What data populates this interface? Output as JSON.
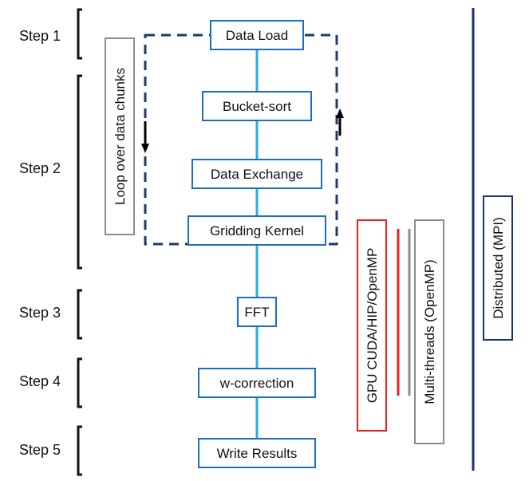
{
  "steps": [
    "Step 1",
    "Step 2",
    "Step 3",
    "Step 4",
    "Step 5"
  ],
  "pipeline": [
    "Data Load",
    "Bucket-sort",
    "Data Exchange",
    "Gridding Kernel",
    "FFT",
    "w-correction",
    "Write Results"
  ],
  "loop_label": "Loop over data chunks",
  "gpu_label": "GPU CUDA/HIP/OpenMP",
  "threads_label": "Multi-threads (OpenMP)",
  "mpi_label": "Distributed (MPI)",
  "colors": {
    "box_border": "#1a6fc4",
    "connector": "#29abe2",
    "loop_dash": "#1f3b63",
    "gpu": "#e8221b",
    "threads": "#8c8c8c",
    "mpi": "#1b2f6e",
    "bracket": "#111111"
  }
}
